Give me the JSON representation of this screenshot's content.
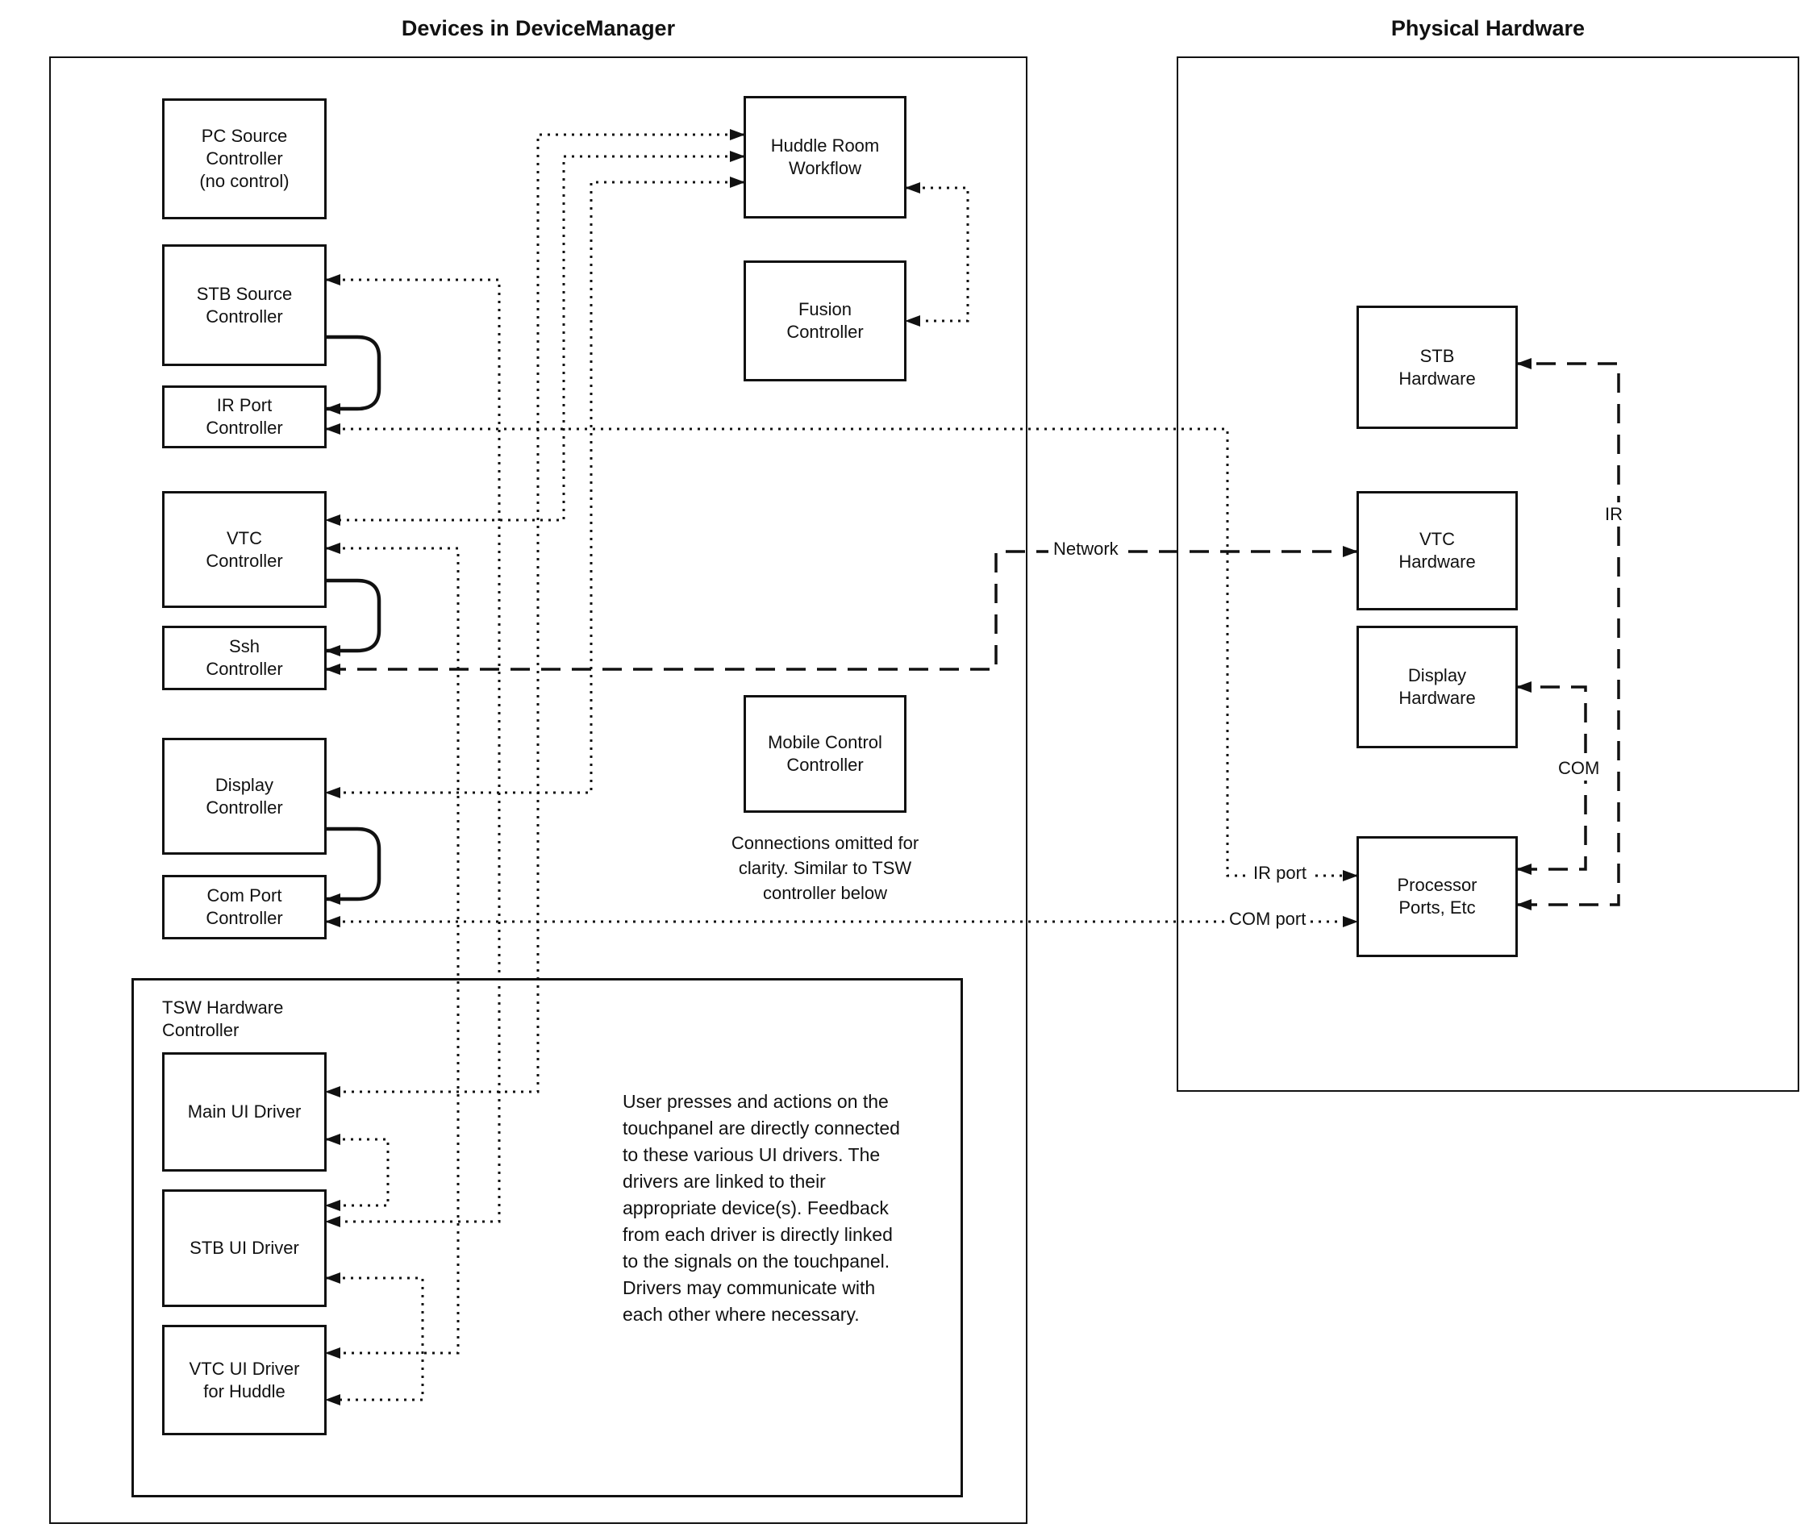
{
  "titles": {
    "left": "Devices in DeviceManager",
    "right": "Physical Hardware"
  },
  "device_manager": {
    "pc_source": "PC Source\nController\n(no control)",
    "stb_source": "STB Source\nController",
    "ir_port": "IR Port\nController",
    "vtc": "VTC\nController",
    "ssh": "Ssh\nController",
    "display": "Display\nController",
    "com_port": "Com Port\nController",
    "huddle": "Huddle Room\nWorkflow",
    "fusion": "Fusion\nController",
    "mobile": "Mobile Control\nController",
    "mobile_note": "Connections omitted for\nclarity. Similar to TSW\ncontroller below"
  },
  "tsw": {
    "label": "TSW Hardware\nController",
    "main_ui": "Main UI Driver",
    "stb_ui": "STB UI Driver",
    "vtc_ui": "VTC UI Driver\nfor Huddle",
    "note": "User presses and actions on the touchpanel are directly connected to these various UI drivers.  The drivers are linked to their appropriate device(s). Feedback from each driver is directly linked to the signals on the touchpanel. Drivers may communicate with each other where necessary."
  },
  "hardware": {
    "stb": "STB\nHardware",
    "vtc": "VTC\nHardware",
    "display": "Display\nHardware",
    "processor": "Processor\nPorts, Etc"
  },
  "line_labels": {
    "network": "Network",
    "ir": "IR",
    "com": "COM",
    "ir_port": "IR port",
    "com_port": "COM port"
  },
  "colors": {
    "line": "#111111",
    "background": "#ffffff"
  }
}
